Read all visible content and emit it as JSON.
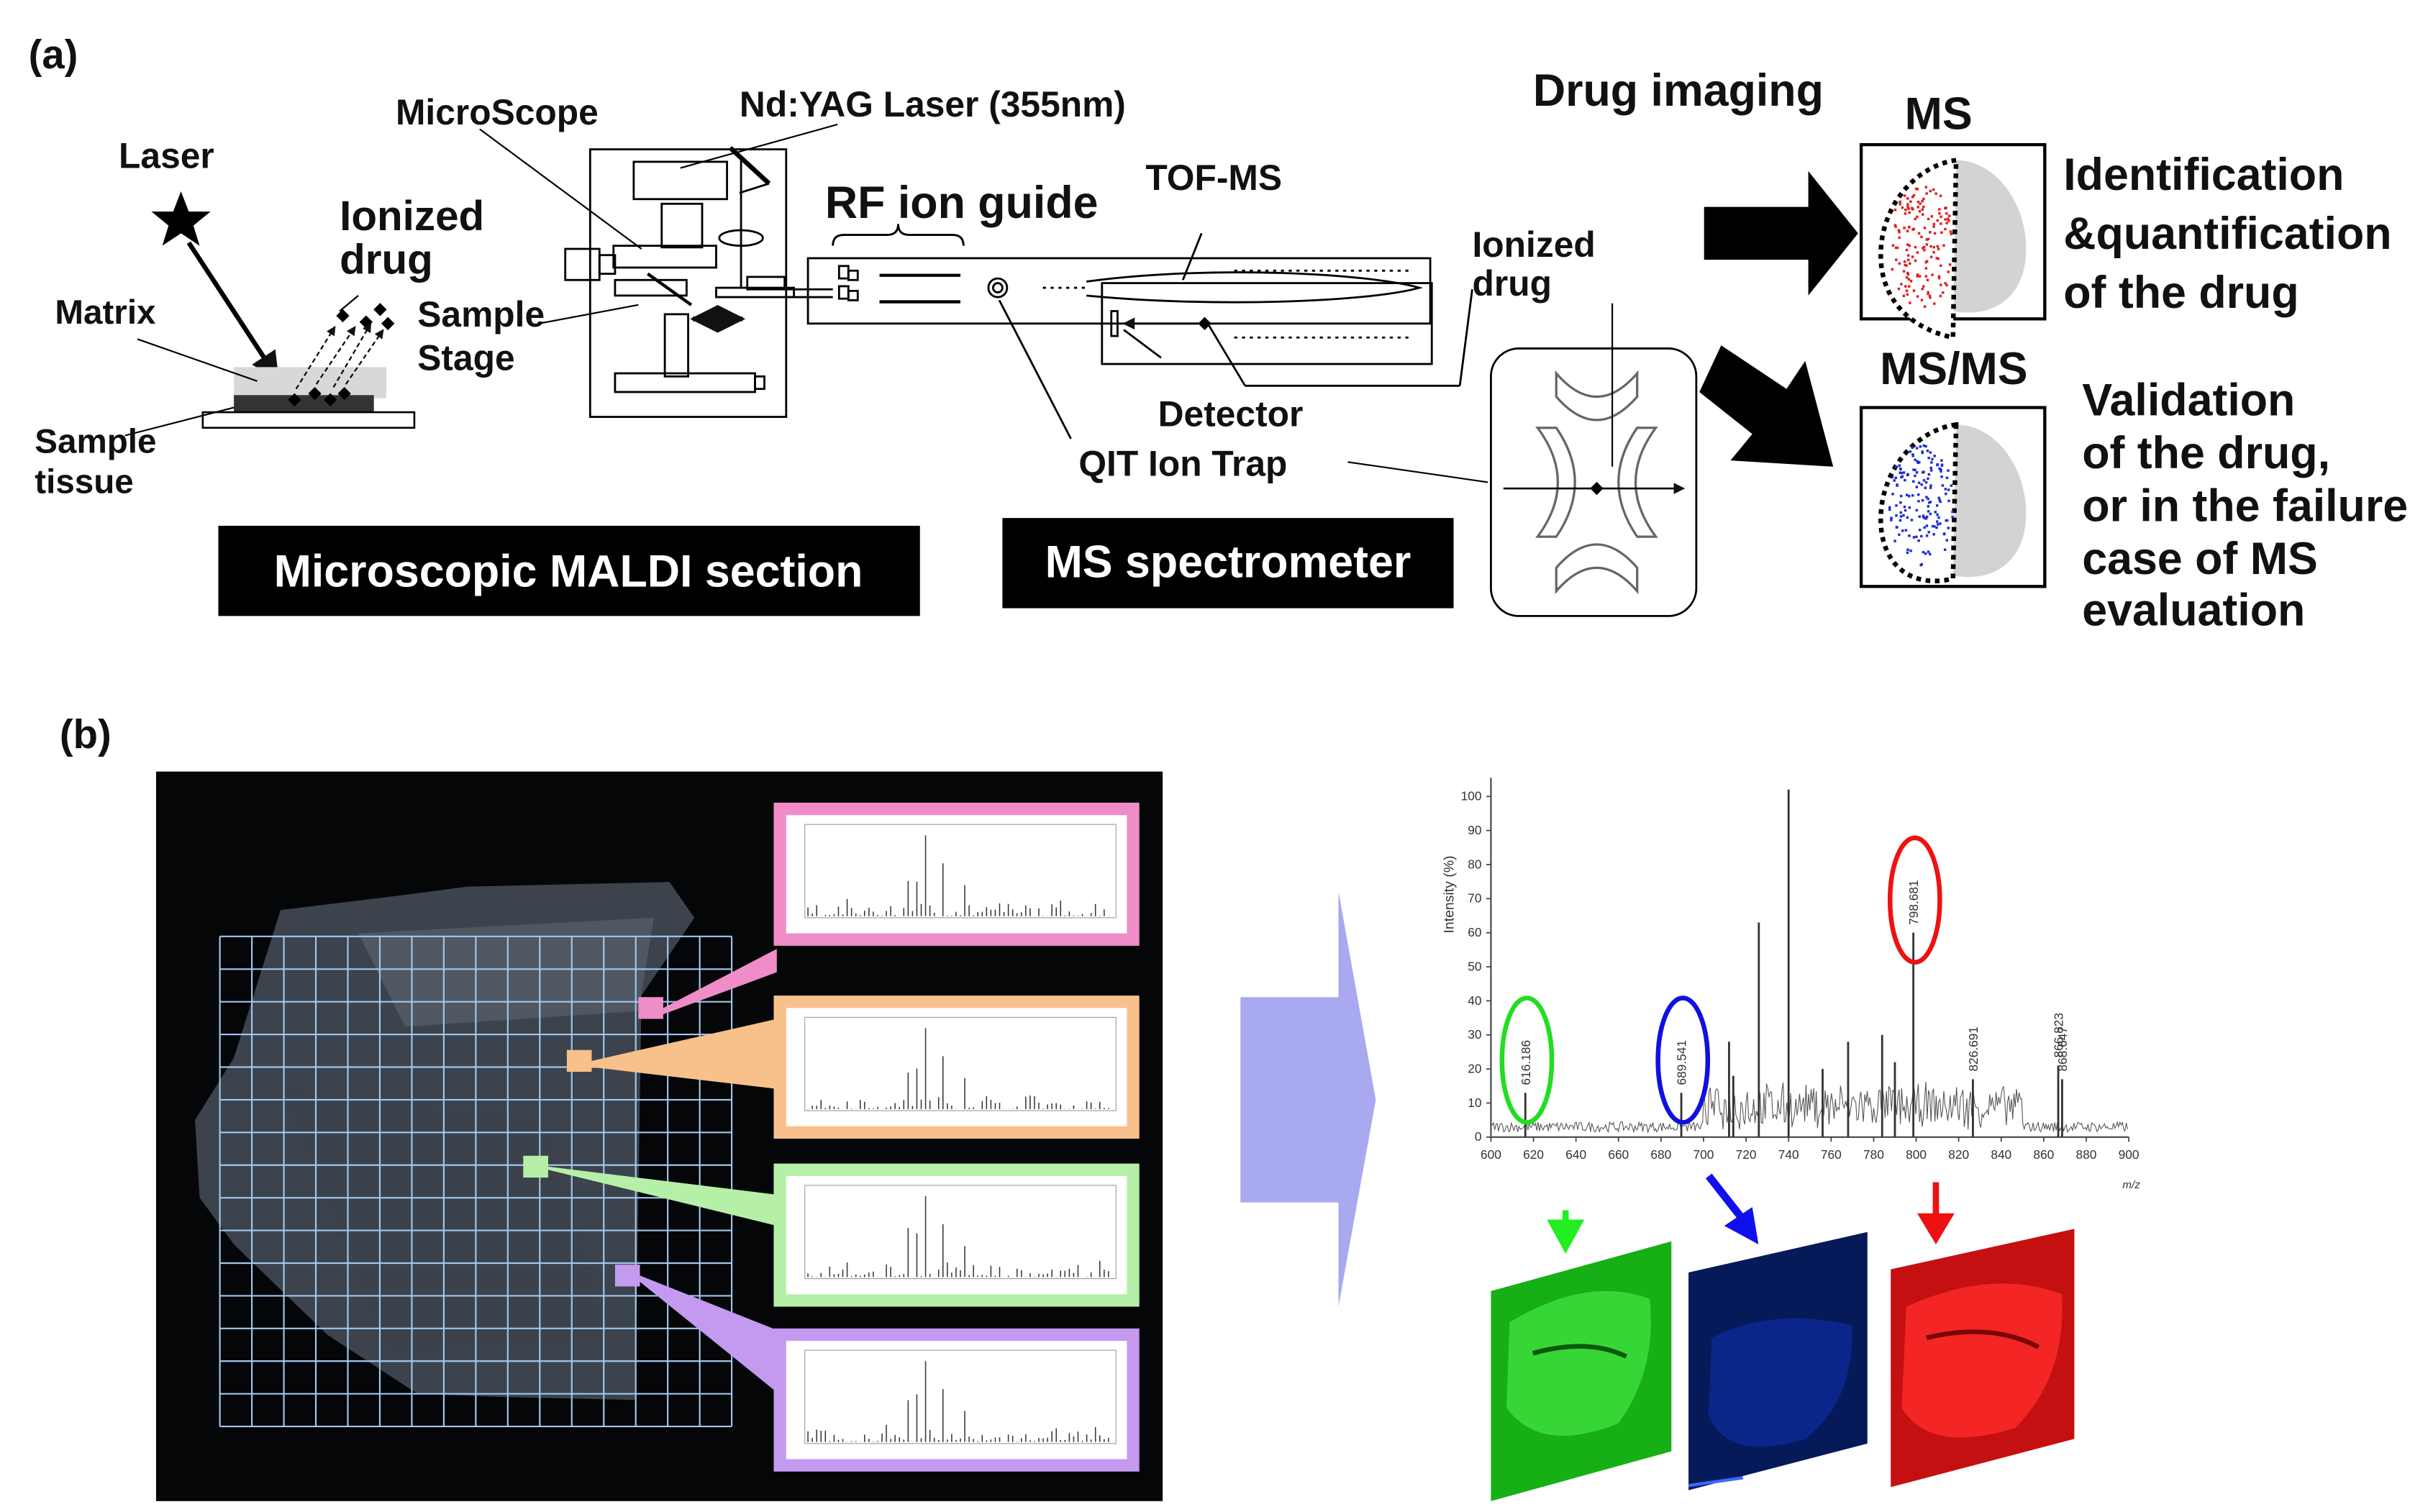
{
  "panel_a": {
    "tag": "(a)",
    "labels": {
      "laser": "Laser",
      "ionized_drug_1": "Ionized",
      "ionized_drug_2": "drug",
      "matrix": "Matrix",
      "sample_tissue_1": "Sample",
      "sample_tissue_2": "tissue",
      "microscope": "MicroScope",
      "nd_yag": "Nd:YAG Laser (355nm)",
      "sample_stage_1": "Sample",
      "sample_stage_2": "Stage",
      "rf_ion_guide": "RF ion guide",
      "tof_ms": "TOF-MS",
      "ionized_drug_b1": "Ionized",
      "ionized_drug_b2": "drug",
      "detector": "Detector",
      "qit_ion_trap": "QIT Ion  Trap",
      "drug_imaging": "Drug imaging",
      "ms": "MS",
      "msms": "MS/MS",
      "ms_result_1": "Identification",
      "ms_result_2": "&quantification",
      "ms_result_3": "of the drug",
      "msms_result_1": "Validation",
      "msms_result_2": "of the drug,",
      "msms_result_3": "or in the failure",
      "msms_result_4": "case of MS",
      "msms_result_5": "evaluation"
    },
    "boxes": {
      "maldi_section": "Microscopic MALDI section",
      "ms_spectrometer": "MS spectrometer"
    },
    "colors": {
      "ms_dots": "#e02020",
      "msms_dots": "#1f2fd0",
      "tissue_gray": "#d3d3d3"
    }
  },
  "panel_b": {
    "tag": "(b)",
    "grid_color": "#9fc7ee",
    "callout_colors": [
      "#f08cc8",
      "#f8c08a",
      "#b6f0a8",
      "#c49af0"
    ],
    "arrow_color": "#a9a9ef",
    "image_colors": [
      "#16c816",
      "#1030e0",
      "#e81818"
    ]
  },
  "chart_data": {
    "type": "line",
    "title": "",
    "xlabel": "m/z",
    "ylabel": "Intensity (%)",
    "xlim": [
      600,
      900
    ],
    "ylim": [
      0,
      100
    ],
    "x_ticks": [
      600,
      620,
      640,
      660,
      680,
      700,
      720,
      740,
      760,
      780,
      800,
      820,
      840,
      860,
      880,
      900
    ],
    "y_ticks": [
      0,
      10,
      20,
      30,
      40,
      50,
      60,
      70,
      80,
      90,
      100
    ],
    "peaks": [
      {
        "x": 616.186,
        "y": 13,
        "label": "616.186",
        "circle": "green"
      },
      {
        "x": 689.541,
        "y": 13,
        "label": "689.541",
        "circle": "blue"
      },
      {
        "x": 712,
        "y": 28
      },
      {
        "x": 714,
        "y": 18
      },
      {
        "x": 726,
        "y": 63
      },
      {
        "x": 740,
        "y": 102
      },
      {
        "x": 756,
        "y": 20
      },
      {
        "x": 768,
        "y": 28
      },
      {
        "x": 784,
        "y": 30
      },
      {
        "x": 790,
        "y": 22
      },
      {
        "x": 798.681,
        "y": 60,
        "label": "798.681",
        "circle": "red"
      },
      {
        "x": 826.691,
        "y": 17,
        "label": "826.691"
      },
      {
        "x": 866.823,
        "y": 21,
        "label": "866.823"
      },
      {
        "x": 868.647,
        "y": 17,
        "label": "868.647"
      }
    ],
    "annotation_colors": {
      "green": "#22dd22",
      "blue": "#1010e0",
      "red": "#ee1111"
    }
  }
}
